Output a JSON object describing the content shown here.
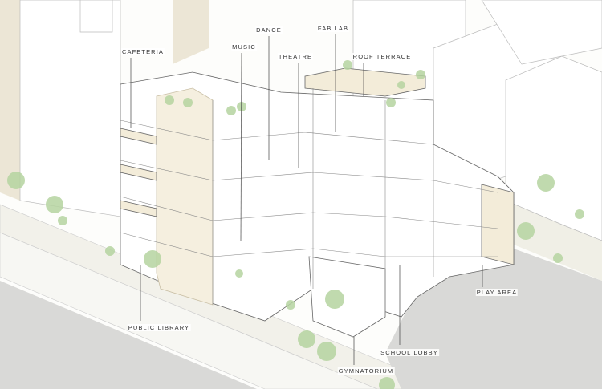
{
  "title": "Isometric cutaway of school building",
  "labels": {
    "cafeteria": "CAFETERIA",
    "dance": "DANCE",
    "music": "MUSIC",
    "fab_lab": "FAB LAB",
    "theatre": "THEATRE",
    "roof_terrace": "ROOF TERRACE",
    "public_library": "PUBLIC LIBRARY",
    "play_area": "PLAY AREA",
    "school_lobby": "SCHOOL LOBBY",
    "gymnatorium": "GYMNATORIUM"
  },
  "colors": {
    "ground_beige": "#ece6d6",
    "terrace_beige": "#f3ecd9",
    "paving_gray": "#d9d9d7",
    "tree_green": "#b5d3a0",
    "line": "#777777"
  }
}
